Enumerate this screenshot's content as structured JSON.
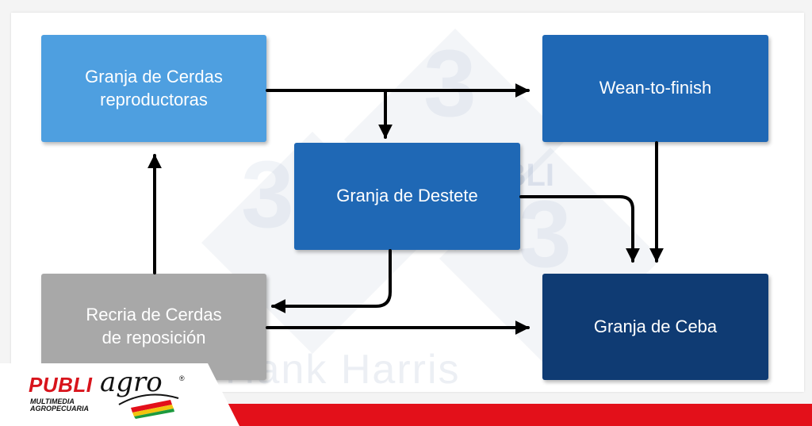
{
  "diagram": {
    "nodes": [
      {
        "id": "breeding",
        "label": "Granja de Cerdas\nreproductoras",
        "color": "#4e9fe0"
      },
      {
        "id": "wean",
        "label": "Wean-to-finish",
        "color": "#1f68b5"
      },
      {
        "id": "nursery",
        "label": "Granja de Destete",
        "color": "#1f68b5"
      },
      {
        "id": "gilts",
        "label": "Recria de Cerdas\nde reposición",
        "color": "#a8a8a8"
      },
      {
        "id": "finish",
        "label": "Granja de Ceba",
        "color": "#0f3b73"
      }
    ],
    "edges": [
      {
        "from": "breeding",
        "to": "wean"
      },
      {
        "from": "breeding",
        "to": "nursery"
      },
      {
        "from": "nursery",
        "to": "finish"
      },
      {
        "from": "wean",
        "to": "finish"
      },
      {
        "from": "nursery",
        "to": "gilts"
      },
      {
        "from": "gilts",
        "to": "finish"
      },
      {
        "from": "gilts",
        "to": "breeding"
      }
    ],
    "arrow_color": "#000000"
  },
  "watermark": {
    "author": "Hank Harris",
    "brand": "PUBLI"
  },
  "logo": {
    "brand": "PUBLI",
    "brand_suffix": "agro",
    "registered": "®",
    "tagline_line1": "MULTIMEDIA",
    "tagline_line2": "AGROPECUARIA",
    "brand_color": "#d8141c",
    "band_color": "#e3101a"
  }
}
